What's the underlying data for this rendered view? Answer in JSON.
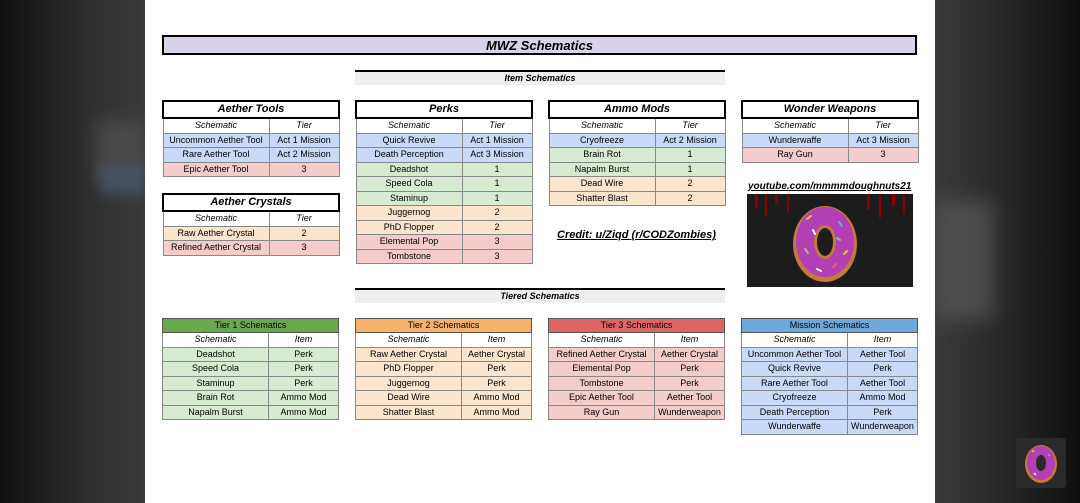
{
  "title": "MWZ Schematics",
  "sections": {
    "item": "Item Schematics",
    "tiered": "Tiered Schematics"
  },
  "aether_tools": {
    "title": "Aether Tools",
    "col1": "Schematic",
    "col2": "Tier",
    "rows": [
      {
        "name": "Uncommon Aether Tool",
        "tier": "Act 1 Mission"
      },
      {
        "name": "Rare Aether Tool",
        "tier": "Act 2 Mission"
      },
      {
        "name": "Epic Aether Tool",
        "tier": "3"
      }
    ]
  },
  "aether_crystals": {
    "title": "Aether Crystals",
    "col1": "Schematic",
    "col2": "Tier",
    "rows": [
      {
        "name": "Raw Aether Crystal",
        "tier": "2"
      },
      {
        "name": "Refined Aether Crystal",
        "tier": "3"
      }
    ]
  },
  "perks": {
    "title": "Perks",
    "col1": "Schematic",
    "col2": "Tier",
    "rows": [
      {
        "name": "Quick Revive",
        "tier": "Act 1 Mission"
      },
      {
        "name": "Death Perception",
        "tier": "Act 3 Mission"
      },
      {
        "name": "Deadshot",
        "tier": "1"
      },
      {
        "name": "Speed Cola",
        "tier": "1"
      },
      {
        "name": "Staminup",
        "tier": "1"
      },
      {
        "name": "Juggernog",
        "tier": "2"
      },
      {
        "name": "PhD Flopper",
        "tier": "2"
      },
      {
        "name": "Elemental Pop",
        "tier": "3"
      },
      {
        "name": "Tombstone",
        "tier": "3"
      }
    ]
  },
  "ammo_mods": {
    "title": "Ammo Mods",
    "col1": "Schematic",
    "col2": "Tier",
    "rows": [
      {
        "name": "Cryofreeze",
        "tier": "Act 2 Mission"
      },
      {
        "name": "Brain Rot",
        "tier": "1"
      },
      {
        "name": "Napalm Burst",
        "tier": "1"
      },
      {
        "name": "Dead Wire",
        "tier": "2"
      },
      {
        "name": "Shatter Blast",
        "tier": "2"
      }
    ]
  },
  "wonder_weapons": {
    "title": "Wonder Weapons",
    "col1": "Schematic",
    "col2": "Tier",
    "rows": [
      {
        "name": "Wunderwaffe",
        "tier": "Act 3 Mission"
      },
      {
        "name": "Ray Gun",
        "tier": "3"
      }
    ]
  },
  "credit": "Credit: u/Ziqd (r/CODZombies)",
  "youtube": "youtube.com/mmmmdoughnuts21",
  "tier1": {
    "title": "Tier 1 Schematics",
    "col1": "Schematic",
    "col2": "Item",
    "rows": [
      {
        "name": "Deadshot",
        "item": "Perk"
      },
      {
        "name": "Speed Cola",
        "item": "Perk"
      },
      {
        "name": "Staminup",
        "item": "Perk"
      },
      {
        "name": "Brain Rot",
        "item": "Ammo Mod"
      },
      {
        "name": "Napalm Burst",
        "item": "Ammo Mod"
      }
    ]
  },
  "tier2": {
    "title": "Tier 2 Schematics",
    "col1": "Schematic",
    "col2": "Item",
    "rows": [
      {
        "name": "Raw Aether Crystal",
        "item": "Aether Crystal"
      },
      {
        "name": "PhD Flopper",
        "item": "Perk"
      },
      {
        "name": "Juggernog",
        "item": "Perk"
      },
      {
        "name": "Dead Wire",
        "item": "Ammo Mod"
      },
      {
        "name": "Shatter Blast",
        "item": "Ammo Mod"
      }
    ]
  },
  "tier3": {
    "title": "Tier 3 Schematics",
    "col1": "Schematic",
    "col2": "Item",
    "rows": [
      {
        "name": "Refined Aether Crystal",
        "item": "Aether Crystal"
      },
      {
        "name": "Elemental Pop",
        "item": "Perk"
      },
      {
        "name": "Tombstone",
        "item": "Perk"
      },
      {
        "name": "Epic Aether Tool",
        "item": "Aether Tool"
      },
      {
        "name": "Ray Gun",
        "item": "Wunderweapon"
      }
    ]
  },
  "mission": {
    "title": "Mission Schematics",
    "col1": "Schematic",
    "col2": "Item",
    "rows": [
      {
        "name": "Uncommon Aether Tool",
        "item": "Aether Tool"
      },
      {
        "name": "Quick Revive",
        "item": "Perk"
      },
      {
        "name": "Rare Aether Tool",
        "item": "Aether Tool"
      },
      {
        "name": "Cryofreeze",
        "item": "Ammo Mod"
      },
      {
        "name": "Death Perception",
        "item": "Perk"
      },
      {
        "name": "Wunderwaffe",
        "item": "Wunderweapon"
      }
    ]
  },
  "colors": {
    "title_bg": "#d9d2e9",
    "mission": "#c9daf8",
    "tier1": "#d9ead3",
    "tier2": "#fce5cd",
    "tier3": "#f4cccc",
    "tier1_header": "#6aa84f",
    "tier2_header": "#f6b26b",
    "tier3_header": "#e06666",
    "mission_header": "#6fa8dc"
  }
}
